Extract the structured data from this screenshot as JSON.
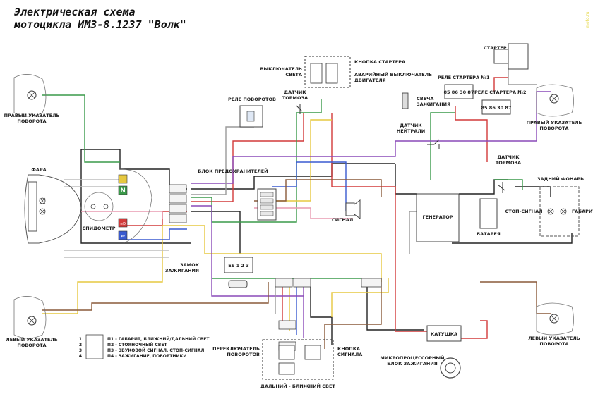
{
  "title": {
    "line1": "Электрическая схема",
    "line2": "мотоцикла ИМЗ-8.1237 \"Волк\""
  },
  "watermark": "moto.ru",
  "components": {
    "starter": "Стартер",
    "starter_button": "Кнопка стартера",
    "light_switch_1": "Выключатель",
    "light_switch_2": "света",
    "emergency_switch_1": "Аварийный выключатель",
    "emergency_switch_2": "двигателя",
    "starter_relay_1": "Реле стартера №1",
    "starter_relay_2": "Реле стартера №2",
    "right_turn_front_1": "Правый указатель",
    "right_turn_front_2": "поворота",
    "right_turn_rear_1": "Правый указатель",
    "right_turn_rear_2": "поворота",
    "turn_relay": "Реле поворотов",
    "brake_sensor_front_1": "Датчик",
    "brake_sensor_front_2": "тормоза",
    "spark_plug_1": "Свеча",
    "spark_plug_2": "зажигания",
    "neutral_sensor_1": "Датчик",
    "neutral_sensor_2": "нейтрали",
    "brake_sensor_rear_1": "Датчик",
    "brake_sensor_rear_2": "тормоза",
    "headlight": "Фара",
    "fuse_block": "Блок предохранителей",
    "tail_light": "Задний фонарь",
    "speedometer": "Спидометр",
    "horn": "Сигнал",
    "generator": "Генератор",
    "stop_signal": "Стоп-сигнал",
    "parking": "Габарит",
    "battery": "Батарея",
    "ignition_lock_1": "Замок",
    "ignition_lock_2": "зажигания",
    "left_turn_front_1": "Левый указатель",
    "left_turn_front_2": "поворота",
    "left_turn_rear_1": "Левый указатель",
    "left_turn_rear_2": "поворота",
    "turn_switch_1": "Переключатель",
    "turn_switch_2": "поворотов",
    "horn_button_1": "Кнопка",
    "horn_button_2": "сигнала",
    "beam_switch": "Дальний - ближний свет",
    "coil": "Катушка",
    "ecu_1": "Микропроцессорный",
    "ecu_2": "блок зажигания"
  },
  "legend": [
    {
      "num": "1",
      "text": "П1 - габарит, ближний/дальний свет"
    },
    {
      "num": "2",
      "text": "П2 - стояночный свет"
    },
    {
      "num": "3",
      "text": "П3 - звуковой сигнал, стоп-сигнал"
    },
    {
      "num": "4",
      "text": "П4 - зажигание, повортники"
    }
  ],
  "indicators": {
    "neutral": "N",
    "high": "≡D",
    "turn": "⇔"
  },
  "ignition_terminals": "ES 1 2 3",
  "relay_terminals": "85 86 30 87",
  "colors": {
    "black": "#222222",
    "red": "#d23a3a",
    "green": "#3a9a4a",
    "yellow": "#e6c840",
    "blue": "#3a5ad0",
    "violet": "#8a4ab8",
    "brown": "#8a5a3a",
    "gray": "#9a9a9a",
    "pink": "#e89ab0"
  }
}
